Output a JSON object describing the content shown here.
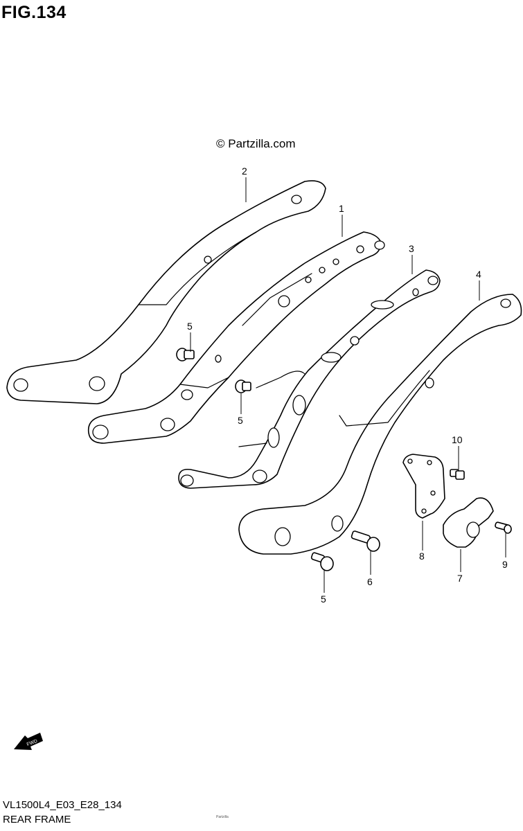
{
  "header": {
    "figure": "FIG.134"
  },
  "watermark": "© Partzilla.com",
  "callouts": {
    "c1": "1",
    "c2": "2",
    "c3": "3",
    "c4": "4",
    "c5a": "5",
    "c5b": "5",
    "c5c": "5",
    "c6": "6",
    "c7": "7",
    "c8": "8",
    "c9": "9",
    "c10": "10"
  },
  "fwd": "FWD",
  "footer": {
    "code": "VL1500L4_E03_E28_134",
    "name": "REAR FRAME",
    "note": "Partzilla"
  }
}
